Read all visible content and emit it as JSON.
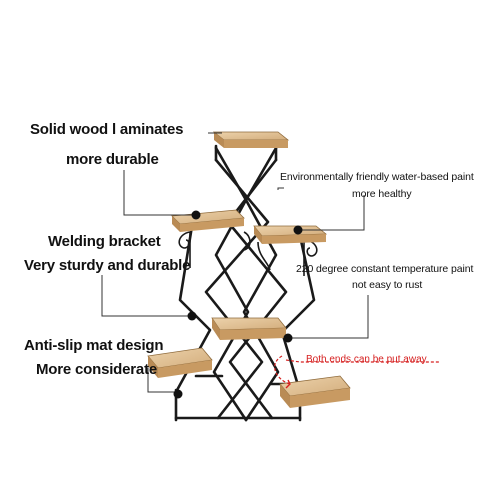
{
  "callouts": {
    "solid_wood_1": "Solid wood l aminates",
    "solid_wood_2": "more durable",
    "eco_paint_1": "Environmentally friendly water-based paint",
    "eco_paint_2": "more healthy",
    "welding_1": "Welding bracket",
    "welding_2": "Very sturdy and durable",
    "temperature_1": "220 degree constant temperature paint",
    "temperature_2": "not easy to rust",
    "anti_slip_1": "Anti-slip mat design",
    "anti_slip_2": "More considerate",
    "both_ends": "Both ends can be put away"
  },
  "colors": {
    "frame": "#1a1a1a",
    "wood_top": "#e2c39a",
    "wood_front": "#c89a62",
    "leader": "#333333",
    "accent": "#d62020"
  }
}
